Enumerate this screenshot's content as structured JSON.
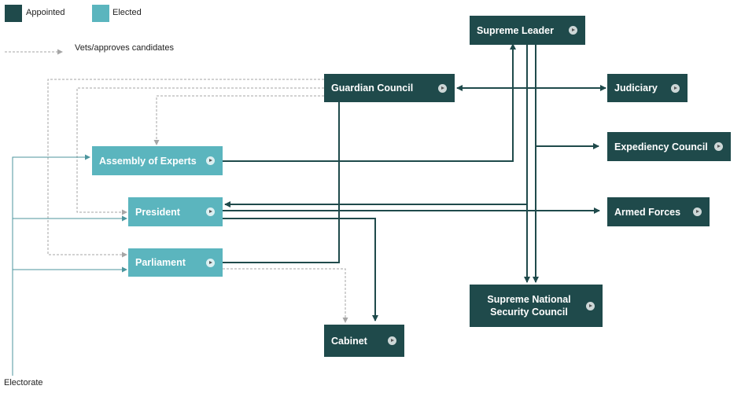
{
  "colors": {
    "appointed": "#1f4a4b",
    "elected": "#5bb5be",
    "vets_line": "#a6a6a6",
    "electorate_line": "#4c969e"
  },
  "legend": {
    "appointed_label": "Appointed",
    "elected_label": "Elected",
    "vets_label": "Vets/approves candidates"
  },
  "nodes": {
    "supreme_leader": "Supreme Leader",
    "guardian_council": "Guardian Council",
    "judiciary": "Judiciary",
    "expediency_council": "Expediency Council",
    "armed_forces": "Armed Forces",
    "snsc": "Supreme National Security Council",
    "assembly_of_experts": "Assembly of Experts",
    "president": "President",
    "parliament": "Parliament",
    "cabinet": "Cabinet"
  },
  "electorate_label": "Electorate"
}
